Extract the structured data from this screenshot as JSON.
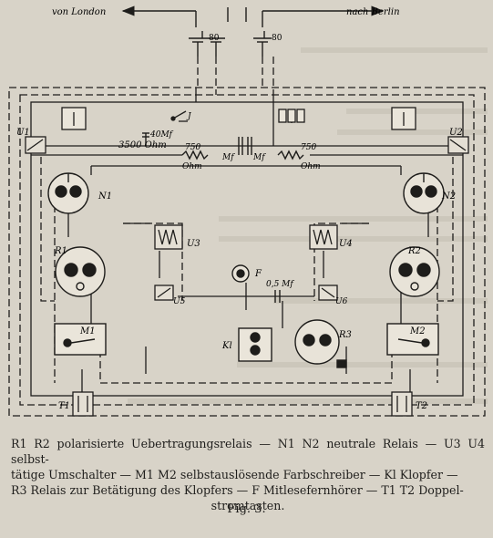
{
  "top": {
    "left_arrow": "von London",
    "right_arrow": "nach Berlin"
  },
  "labels": {
    "u1": "U1",
    "u2": "U2",
    "u3": "U3",
    "u4": "U4",
    "u5": "U5",
    "u6": "U6",
    "n1": "N1",
    "n2": "N2",
    "r1": "R1",
    "r2": "R2",
    "r3": "R3",
    "m1": "M1",
    "m2": "M2",
    "t1": "T1",
    "t2": "T2",
    "kl": "Kl",
    "f": "F",
    "j": "J",
    "cap_left": "40Mf",
    "res_left": "3500 Ohm",
    "line_left_value": "750",
    "line_left_unit": "Ohm",
    "line_right_value": "750",
    "line_right_unit": "Ohm",
    "mf_a": "Mf",
    "mf_b": "Mf",
    "cap_f": "0,5 Mf",
    "bat_a": "80",
    "bat_b": "80"
  },
  "caption": {
    "line1": "R1 R2 polarisierte Uebertragungsrelais — N1 N2 neutrale Relais — U3 U4 selbst-",
    "line2": "tätige Umschalter — M1 M2 selbstauslösende Farbschreiber — Kl Klopfer —",
    "line3": "R3 Relais zur Betätigung des Klopfers — F Mitlesefernhörer — T1 T2 Doppel-",
    "line4": "stromtasten."
  },
  "figure_label": "Fig. 3."
}
